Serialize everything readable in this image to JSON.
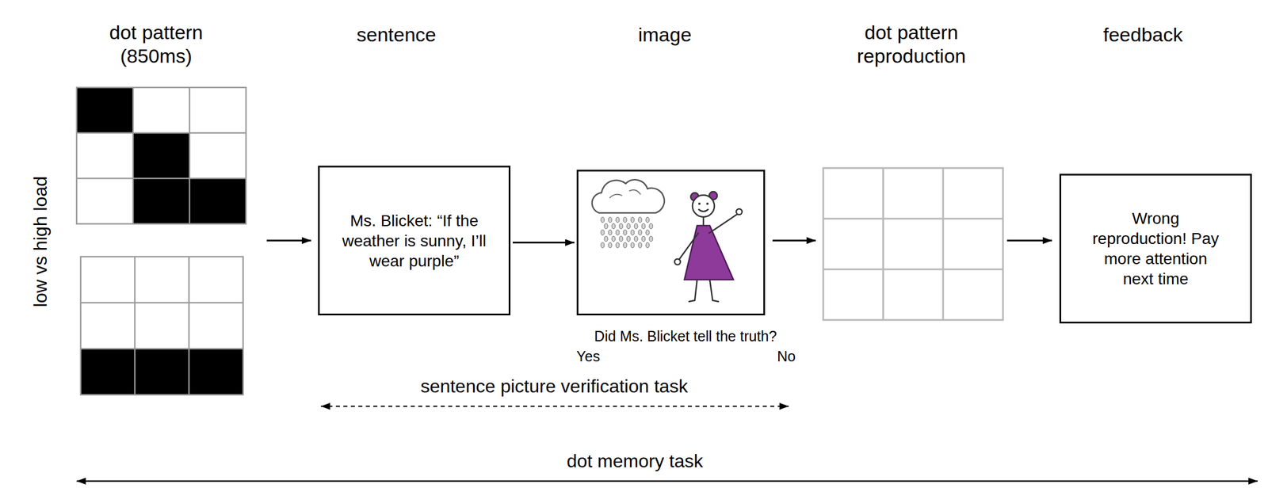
{
  "diagram": {
    "nodes": [
      {
        "text": [
          "Ms. Blicket: “If the weather is sunny, I’ll wear purple”"
        ]
      },
      {
        "text": [
          "Did Ms. Blicket tell the truth?",
          "Yes",
          "No"
        ]
      },
      {
        "text": [
          "Wrong reproduction! Pay more attention next time"
        ]
      }
    ],
    "edges": [
      {
        "from": 0,
        "to": 1,
        "arrow": "to"
      }
    ],
    "labels": [
      "dot pattern (850ms)",
      "sentence",
      "image",
      "dot pattern reproduction",
      "feedback",
      "low vs high load",
      "sentence picture verification task",
      "dot memory task"
    ]
  }
}
